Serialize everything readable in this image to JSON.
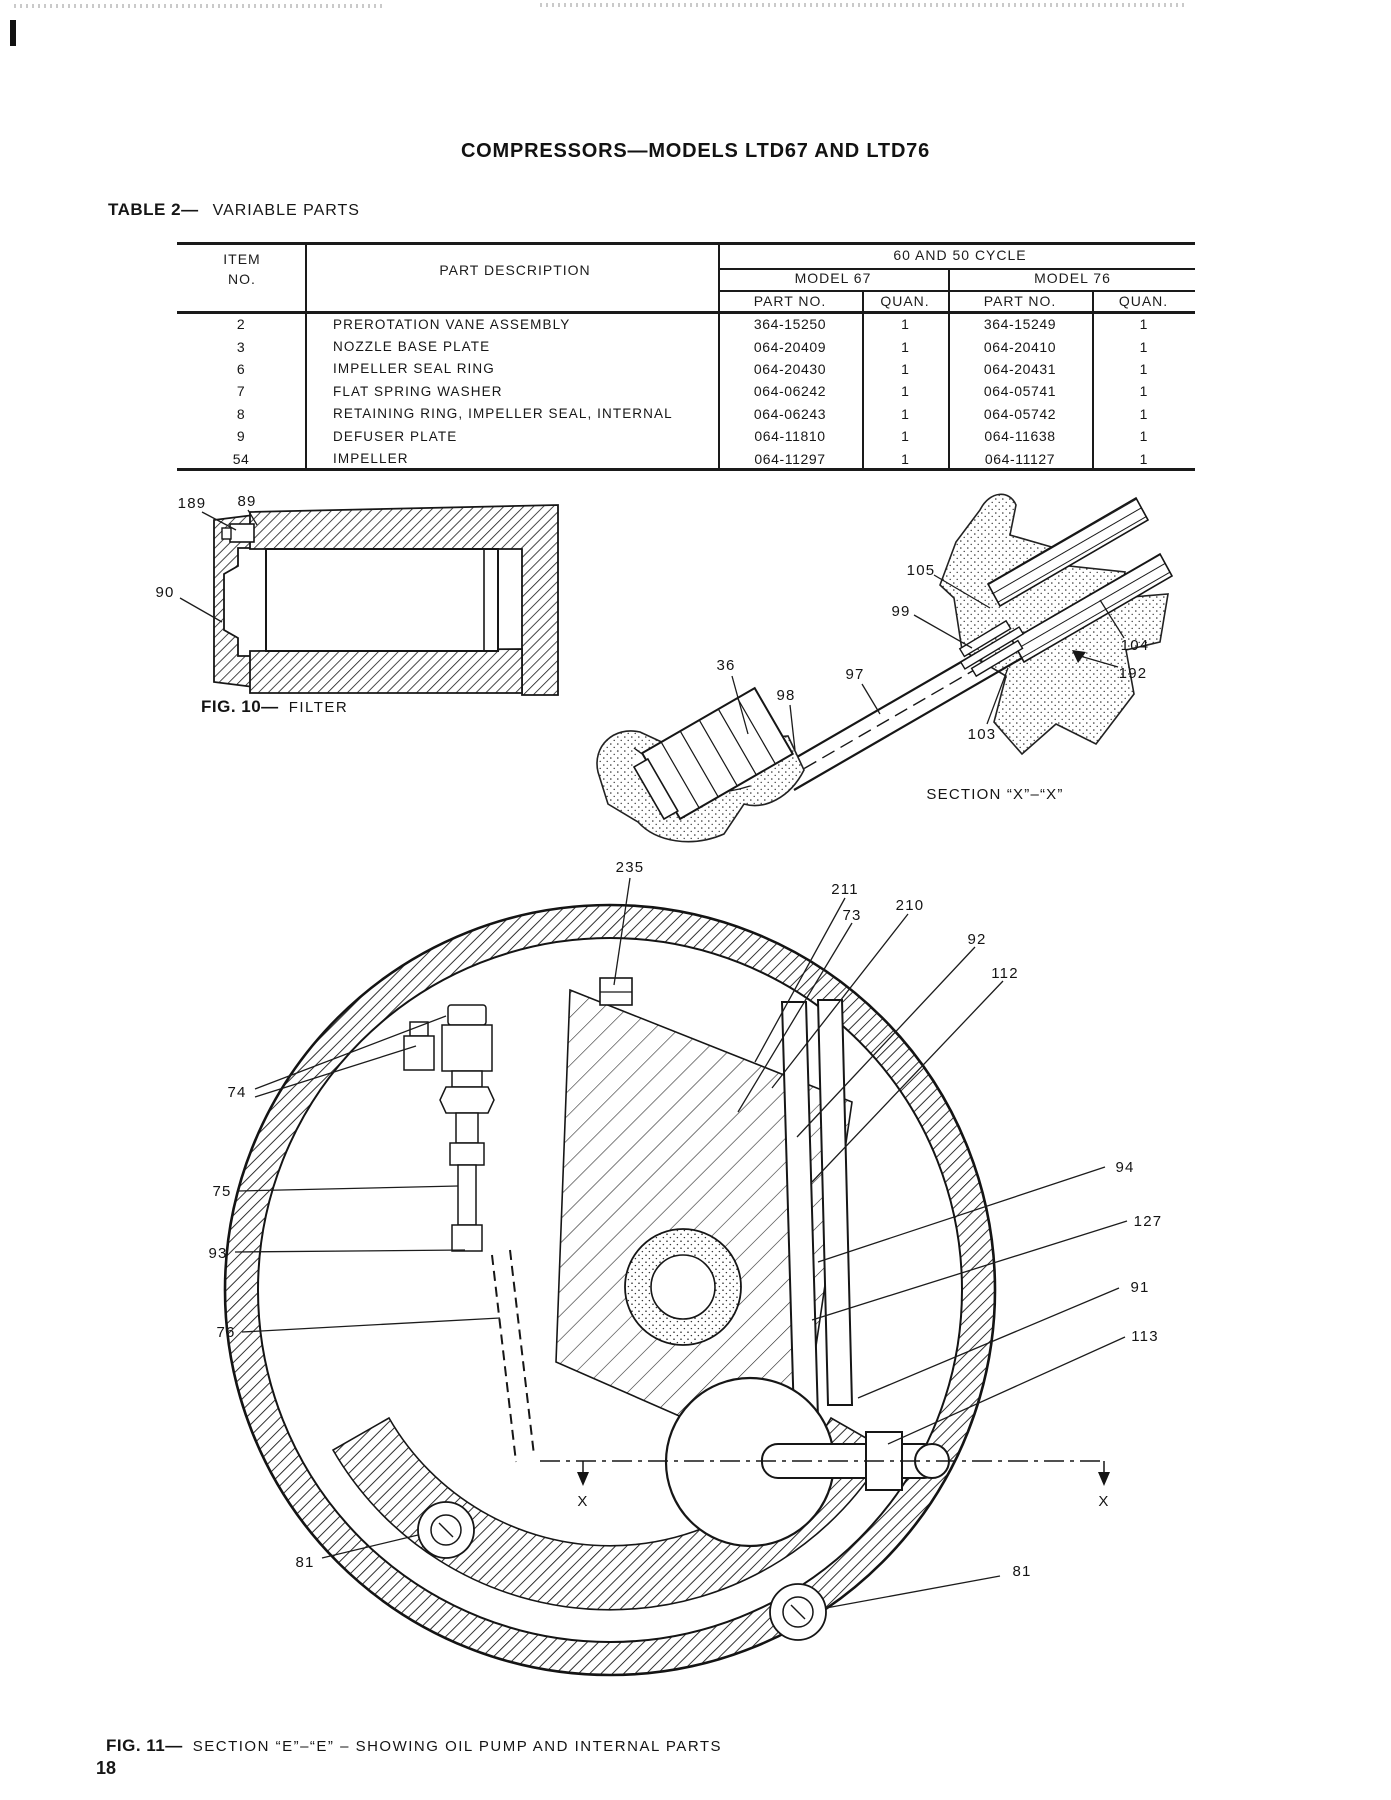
{
  "page": {
    "title": "COMPRESSORS—MODELS LTD67 AND LTD76",
    "page_number": "18"
  },
  "table2": {
    "label": "TABLE 2—",
    "caption": "VARIABLE PARTS",
    "headers": {
      "item_no_line1": "ITEM",
      "item_no_line2": "NO.",
      "part_description": "PART DESCRIPTION",
      "cycle_group": "60 AND 50 CYCLE",
      "model_67": "MODEL 67",
      "model_76": "MODEL 76",
      "part_no": "PART NO.",
      "quan": "QUAN."
    },
    "rows": [
      {
        "item": "2",
        "desc": "PREROTATION VANE ASSEMBLY",
        "p67": "364-15250",
        "q67": "1",
        "p76": "364-15249",
        "q76": "1"
      },
      {
        "item": "3",
        "desc": "NOZZLE BASE PLATE",
        "p67": "064-20409",
        "q67": "1",
        "p76": "064-20410",
        "q76": "1"
      },
      {
        "item": "6",
        "desc": "IMPELLER SEAL RING",
        "p67": "064-20430",
        "q67": "1",
        "p76": "064-20431",
        "q76": "1"
      },
      {
        "item": "7",
        "desc": "FLAT SPRING WASHER",
        "p67": "064-06242",
        "q67": "1",
        "p76": "064-05741",
        "q76": "1"
      },
      {
        "item": "8",
        "desc": "RETAINING RING, IMPELLER SEAL, INTERNAL",
        "p67": "064-06243",
        "q67": "1",
        "p76": "064-05742",
        "q76": "1"
      },
      {
        "item": "9",
        "desc": "DEFUSER PLATE",
        "p67": "064-11810",
        "q67": "1",
        "p76": "064-11638",
        "q76": "1"
      },
      {
        "item": "54",
        "desc": "IMPELLER",
        "p67": "064-11297",
        "q67": "1",
        "p76": "064-11127",
        "q76": "1"
      }
    ]
  },
  "fig10": {
    "label": "FIG. 10—",
    "caption": "FILTER",
    "callouts": {
      "c189": "189",
      "c89": "89",
      "c90": "90"
    }
  },
  "section_xx": {
    "caption": "SECTION “X”–“X”",
    "callouts": {
      "c36": "36",
      "c98": "98",
      "c97": "97",
      "c99": "99",
      "c105": "105",
      "c104": "104",
      "c192": "192",
      "c103": "103"
    }
  },
  "fig11": {
    "label": "FIG. 11—",
    "caption": "SECTION “E”–“E” – SHOWING OIL PUMP AND INTERNAL PARTS",
    "callouts": {
      "c235": "235",
      "c211": "211",
      "c73": "73",
      "c210": "210",
      "c92": "92",
      "c112": "112",
      "c74": "74",
      "c75": "75",
      "c93": "93",
      "c76": "76",
      "c94": "94",
      "c127": "127",
      "c91": "91",
      "c113": "113",
      "c81a": "81",
      "c81b": "81",
      "x_left": "X",
      "x_right": "X"
    }
  }
}
